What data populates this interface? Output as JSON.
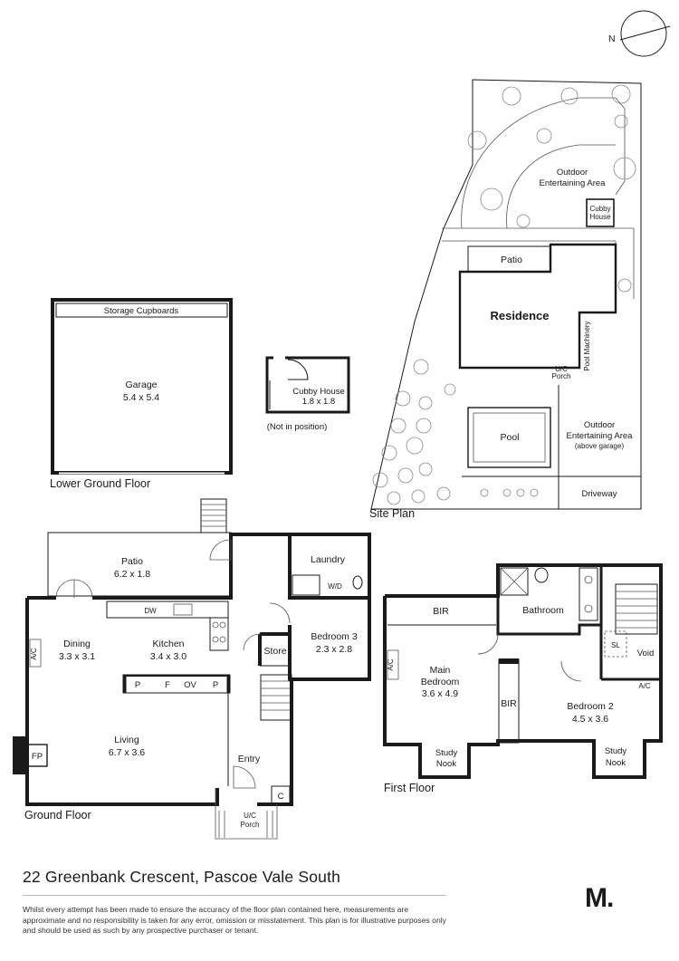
{
  "compass": {
    "label": "N"
  },
  "site_plan": {
    "title": "Site Plan",
    "labels": {
      "outdoor_top": [
        "Outdoor",
        "Entertaining Area"
      ],
      "cubby": [
        "Cubby",
        "House"
      ],
      "patio": "Patio",
      "residence": "Residence",
      "pool_machinery": "Pool Machinery",
      "uc_porch": [
        "U/C",
        "Porch"
      ],
      "pool": "Pool",
      "outdoor_bottom": [
        "Outdoor",
        "Entertaining Area",
        "(above garage)"
      ],
      "driveway": "Driveway"
    }
  },
  "lower_ground": {
    "title": "Lower Ground Floor",
    "storage": "Storage Cupboards",
    "garage_name": "Garage",
    "garage_dim": "5.4 x 5.4"
  },
  "cubby_detail": {
    "name": "Cubby House",
    "dim": "1.8 x 1.8",
    "note": "(Not in position)"
  },
  "ground_floor": {
    "title": "Ground Floor",
    "rooms": {
      "patio": [
        "Patio",
        "6.2 x 1.8"
      ],
      "laundry": "Laundry",
      "wd": "W/D",
      "dining": [
        "Dining",
        "3.3 x 3.1"
      ],
      "kitchen": [
        "Kitchen",
        "3.4 x 3.0"
      ],
      "dw": "DW",
      "ac": "A/C",
      "p1": "P",
      "f": "F",
      "ov": "OV",
      "p2": "P",
      "store": "Store",
      "bedroom3": [
        "Bedroom 3",
        "2.3 x 2.8"
      ],
      "living": [
        "Living",
        "6.7 x 3.6"
      ],
      "fp": "FP",
      "entry": "Entry",
      "c": "C",
      "porch": [
        "U/C",
        "Porch"
      ]
    }
  },
  "first_floor": {
    "title": "First Floor",
    "rooms": {
      "bir1": "BIR",
      "bathroom": "Bathroom",
      "main": [
        "Main",
        "Bedroom",
        "3.6 x 4.9"
      ],
      "ac1": "A/C",
      "sl": "SL",
      "void": "Void",
      "ac2": "A/C",
      "bir2": "BIR",
      "bed2": [
        "Bedroom 2",
        "4.5 x 3.6"
      ],
      "nook1": [
        "Study",
        "Nook"
      ],
      "nook2": [
        "Study",
        "Nook"
      ]
    }
  },
  "footer": {
    "address": "22 Greenbank Crescent, Pascoe Vale South",
    "disclaimer": "Whilst every attempt has been made to ensure the accuracy of the floor plan contained here, measurements are approximate and no responsibility is taken for any error, omission or misstatement. This plan is for illustrative purposes only and should be used as such by any prospective purchaser or tenant.",
    "brand": "M."
  }
}
